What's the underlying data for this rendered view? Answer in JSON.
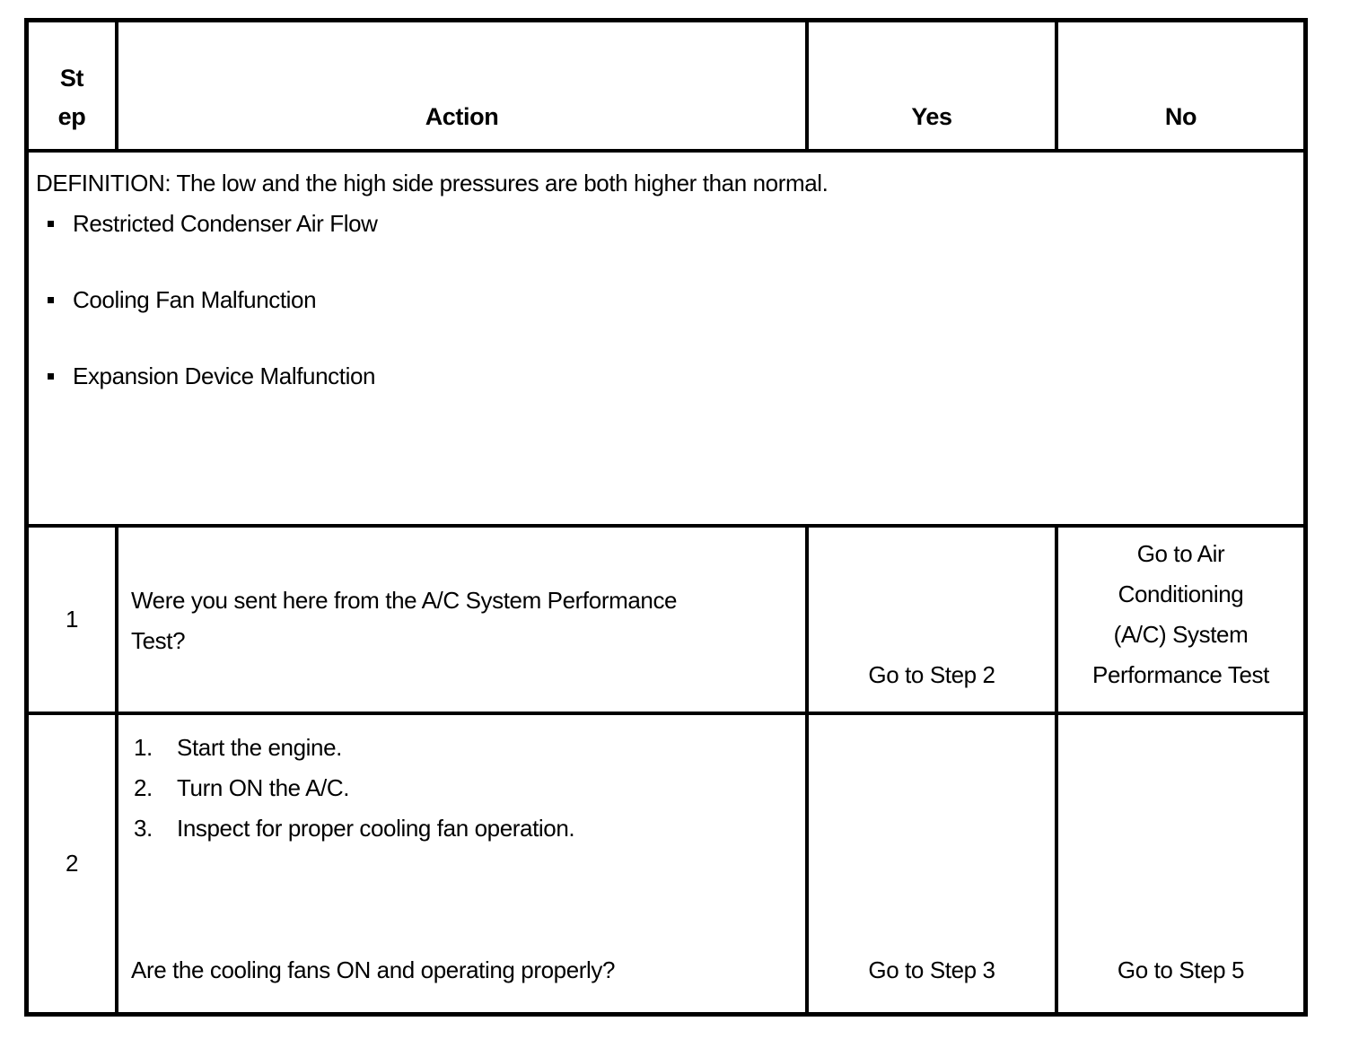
{
  "page": {
    "background_color": "#ffffff",
    "text_color": "#000000",
    "border_color": "#000000"
  },
  "table": {
    "headers": {
      "step": "St\nep",
      "action": "Action",
      "yes": "Yes",
      "no": "No"
    },
    "definition": {
      "text": "DEFINITION: The low and the high side pressures are both higher than normal.",
      "bullets": [
        "Restricted Condenser Air Flow",
        "Cooling Fan Malfunction",
        "Expansion Device Malfunction"
      ]
    },
    "rows": [
      {
        "step": "1",
        "question": "Were you sent here from the A/C System Performance\nTest?",
        "yes": "Go to Step 2",
        "no": "Go to Air\nConditioning\n(A/C) System\nPerformance Test"
      },
      {
        "step": "2",
        "actions": [
          {
            "num": "1.",
            "text": "Start the engine."
          },
          {
            "num": "2.",
            "text": "Turn ON the A/C."
          },
          {
            "num": "3.",
            "text": "Inspect for proper cooling fan operation."
          }
        ],
        "question": "Are the cooling fans ON and operating properly?",
        "yes": "Go to Step 3",
        "no": "Go to Step 5"
      }
    ]
  }
}
